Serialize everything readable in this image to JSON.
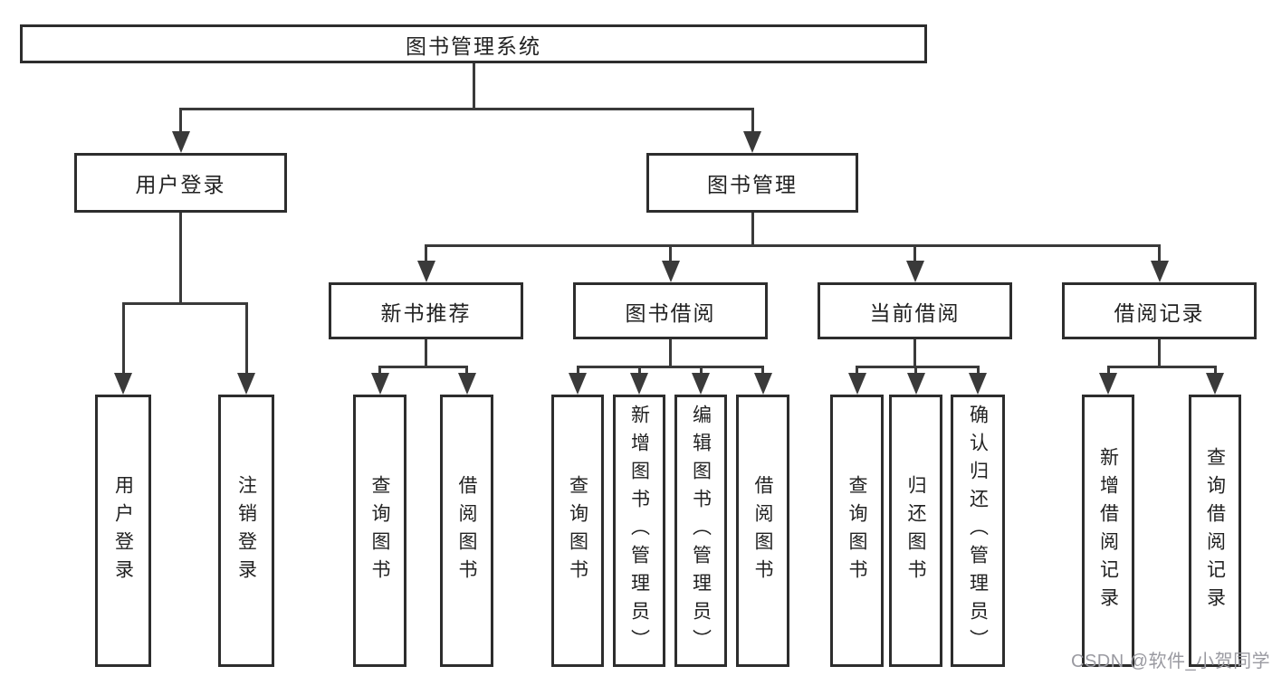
{
  "diagram": {
    "type": "hierarchy-tree",
    "watermark": "CSDN @软件_小贺同学",
    "colors": {
      "background": "#ffffff",
      "box_border": "#2d2d2d",
      "box_fill": "#ffffff",
      "connector_line": "#3a3a3a",
      "text": "#222222",
      "watermark_text": "#9a9aa1"
    },
    "nodes": [
      {
        "id": "root",
        "label": "图书管理系统",
        "level": 1,
        "orientation": "horizontal",
        "parent": null
      },
      {
        "id": "user-login",
        "label": "用户登录",
        "level": 2,
        "orientation": "horizontal",
        "parent": "root"
      },
      {
        "id": "book-mgmt",
        "label": "图书管理",
        "level": 2,
        "orientation": "horizontal",
        "parent": "root"
      },
      {
        "id": "new-book-rec",
        "label": "新书推荐",
        "level": 3,
        "orientation": "horizontal",
        "parent": "book-mgmt"
      },
      {
        "id": "book-borrow",
        "label": "图书借阅",
        "level": 3,
        "orientation": "horizontal",
        "parent": "book-mgmt"
      },
      {
        "id": "current-borrow",
        "label": "当前借阅",
        "level": 3,
        "orientation": "horizontal",
        "parent": "book-mgmt"
      },
      {
        "id": "borrow-records",
        "label": "借阅记录",
        "level": 3,
        "orientation": "horizontal",
        "parent": "book-mgmt"
      },
      {
        "id": "leaf-user-login",
        "label": "用户登录",
        "level": 4,
        "orientation": "vertical",
        "parent": "user-login"
      },
      {
        "id": "leaf-logout",
        "label": "注销登录",
        "level": 4,
        "orientation": "vertical",
        "parent": "user-login"
      },
      {
        "id": "leaf-nb-query",
        "label": "查询图书",
        "level": 4,
        "orientation": "vertical",
        "parent": "new-book-rec"
      },
      {
        "id": "leaf-nb-borrow",
        "label": "借阅图书",
        "level": 4,
        "orientation": "vertical",
        "parent": "new-book-rec"
      },
      {
        "id": "leaf-bb-query",
        "label": "查询图书",
        "level": 4,
        "orientation": "vertical",
        "parent": "book-borrow"
      },
      {
        "id": "leaf-bb-add",
        "label": "新增图书（管理员）",
        "level": 4,
        "orientation": "vertical",
        "parent": "book-borrow"
      },
      {
        "id": "leaf-bb-edit",
        "label": "编辑图书（管理员）",
        "level": 4,
        "orientation": "vertical",
        "parent": "book-borrow"
      },
      {
        "id": "leaf-bb-borrow",
        "label": "借阅图书",
        "level": 4,
        "orientation": "vertical",
        "parent": "book-borrow"
      },
      {
        "id": "leaf-cb-query",
        "label": "查询图书",
        "level": 4,
        "orientation": "vertical",
        "parent": "current-borrow"
      },
      {
        "id": "leaf-cb-return",
        "label": "归还图书",
        "level": 4,
        "orientation": "vertical",
        "parent": "current-borrow"
      },
      {
        "id": "leaf-cb-confirm",
        "label": "确认归还（管理员）",
        "level": 4,
        "orientation": "vertical",
        "parent": "current-borrow"
      },
      {
        "id": "leaf-br-add",
        "label": "新增借阅记录",
        "level": 4,
        "orientation": "vertical",
        "parent": "borrow-records"
      },
      {
        "id": "leaf-br-query",
        "label": "查询借阅记录",
        "level": 4,
        "orientation": "vertical",
        "parent": "borrow-records"
      }
    ]
  }
}
